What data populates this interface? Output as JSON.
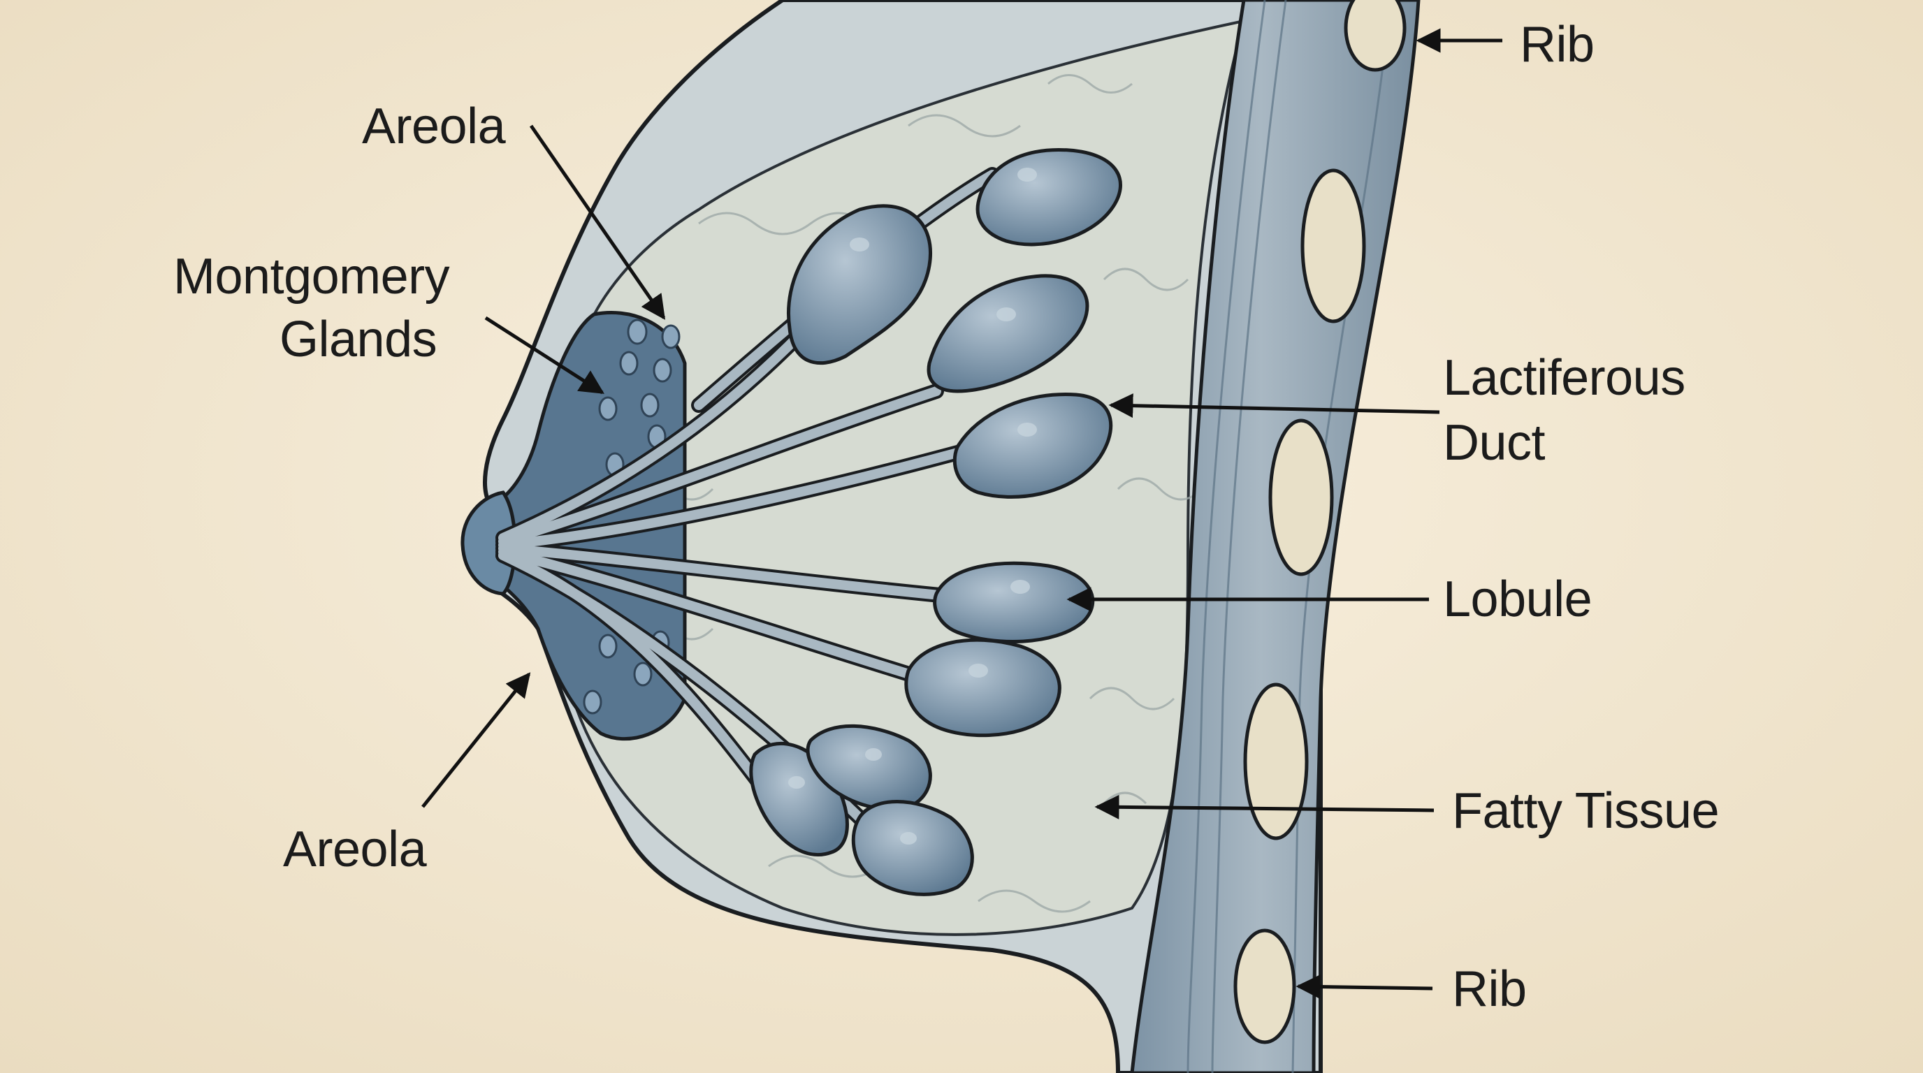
{
  "labels": {
    "rib_top": "Rib",
    "areola_top": "Areola",
    "montgomery_line1": "Montgomery",
    "montgomery_line2": "Glands",
    "lactiferous_line1": "Lactiferous",
    "lactiferous_line2": "Duct",
    "lobule": "Lobule",
    "fatty_tissue": "Fatty Tissue",
    "areola_bottom": "Areola",
    "rib_bottom": "Rib"
  },
  "colors": {
    "paper": "#f3ead8",
    "skin_outer": "#cdd6d8",
    "fatty": "#d4d9d2",
    "areola": "#54728e",
    "lobule": "#7b93a8",
    "duct": "#9fb0bc",
    "chest_wall": "#8fa4b4",
    "rib_bone": "#e9e3cf",
    "outline": "#1a1d20"
  }
}
